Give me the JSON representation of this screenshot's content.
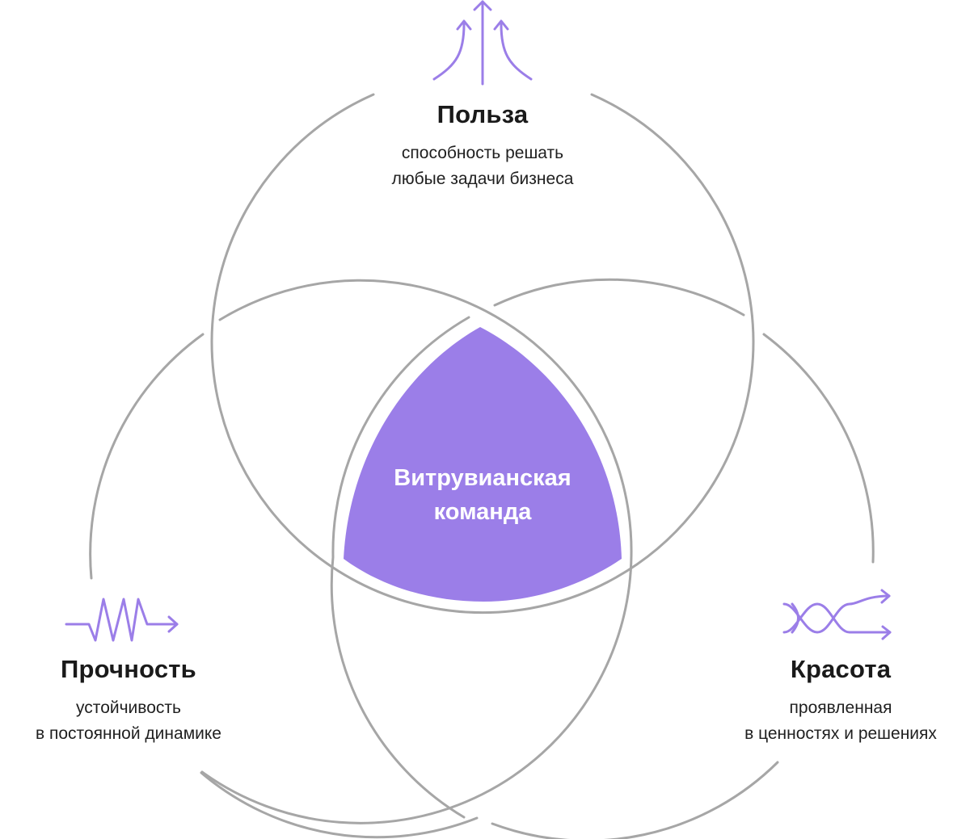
{
  "center": {
    "line1": "Витрувианская",
    "line2": "команда",
    "fill_color": "#9b7ee8"
  },
  "top": {
    "title": "Польза",
    "line1": "способность решать",
    "line2": "любые задачи бизнеса",
    "icon": "arrows-up-icon"
  },
  "left": {
    "title": "Прочность",
    "line1": "устойчивость",
    "line2": "в постоянной динамике",
    "icon": "pulse-arrow-icon"
  },
  "right": {
    "title": "Красота",
    "line1": "проявленная",
    "line2": "в ценностях и решениях",
    "icon": "twist-arrows-icon"
  },
  "colors": {
    "circle_stroke": "#a6a6a6",
    "icon_stroke": "#9b7ee8"
  }
}
